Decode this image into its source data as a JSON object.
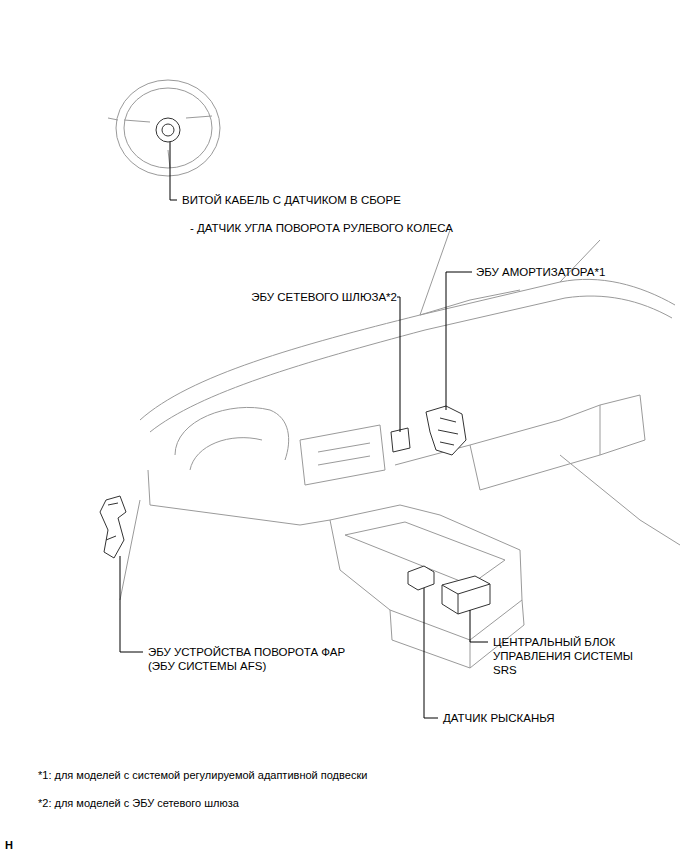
{
  "diagram": {
    "labels": [
      "ВИТОЙ КАБЕЛЬ С ДАТЧИКОМ В СБОРЕ",
      "- ДАТЧИК УГЛА ПОВОРОТА РУЛЕВОГО КОЛЕСА",
      "ЭБУ СЕТЕВОГО ШЛЮЗА*2",
      "ЭБУ АМОРТИЗАТОРА*1",
      "ЭБУ УСТРОЙСТВА ПОВОРОТА ФАР (ЭБУ СИСТЕМЫ AFS)",
      "ЦЕНТРАЛЬНЫЙ БЛОК УПРАВЛЕНИЯ СИСТЕМЫ SRS",
      "ДАТЧИК РЫСКАНЬЯ",
      "*1: для моделей с системой регулируемой адаптивной подвески",
      "*2: для моделей с ЭБУ сетевого шлюза",
      "H"
    ]
  }
}
